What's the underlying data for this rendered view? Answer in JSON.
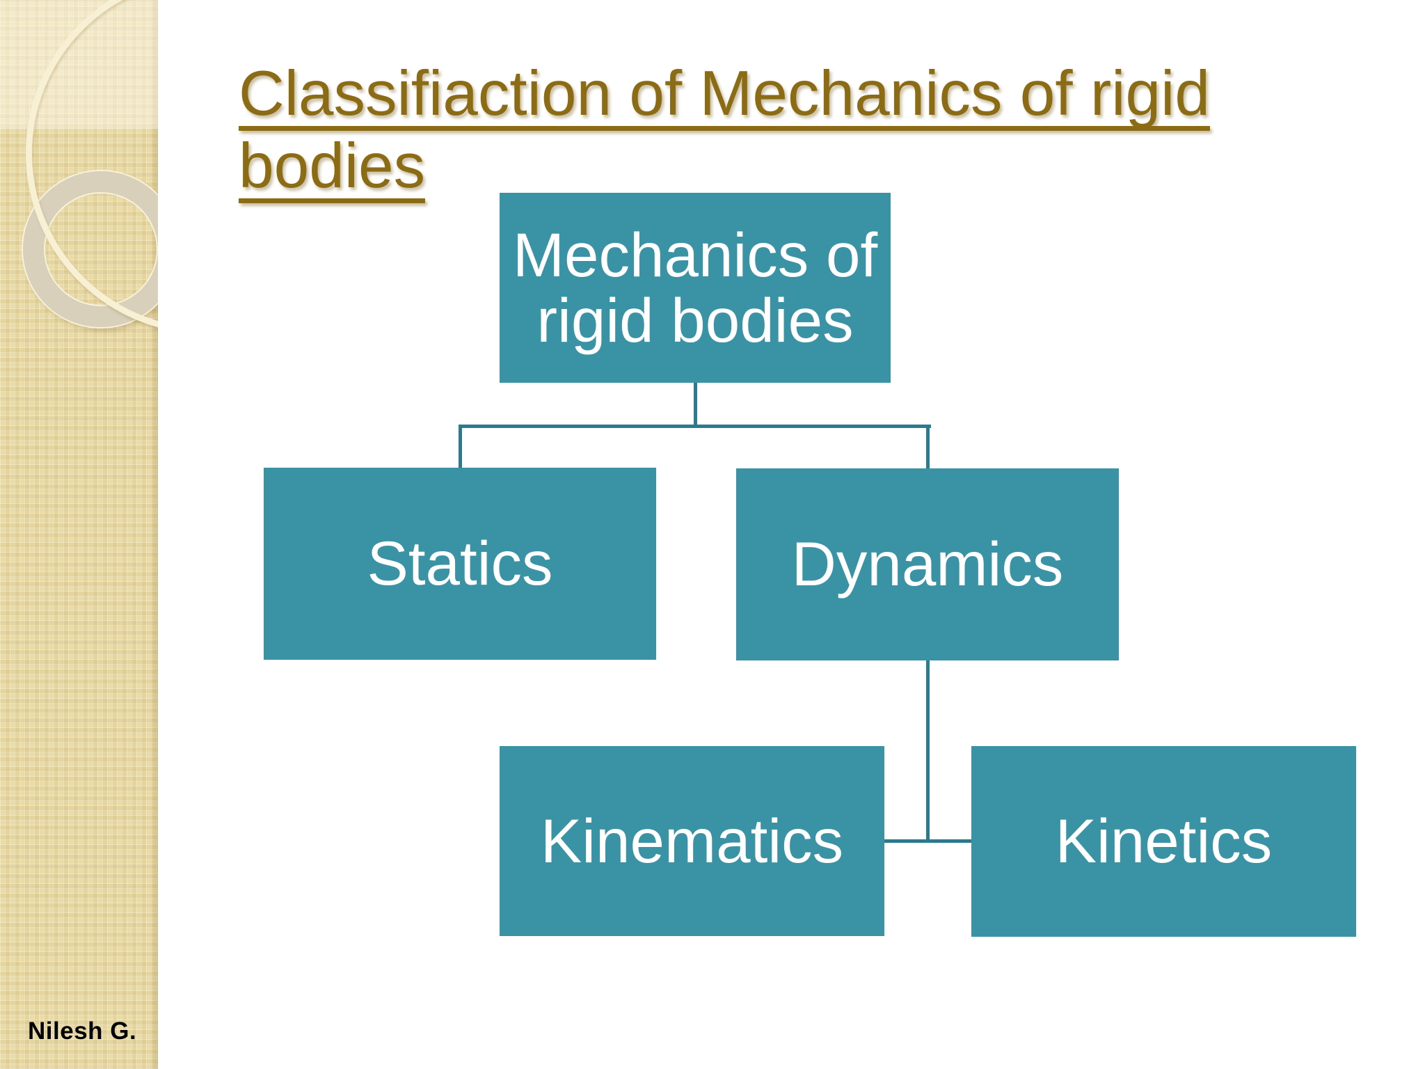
{
  "slide": {
    "title": {
      "line1": "Classifiaction of Mechanics of rigid",
      "line2": "bodies"
    },
    "footer_text": "Nilesh G."
  },
  "diagram": {
    "type": "hierarchy",
    "nodes": [
      {
        "id": "root",
        "label": "Mechanics of rigid bodies",
        "parent": null
      },
      {
        "id": "statics",
        "label": "Statics",
        "parent": "root"
      },
      {
        "id": "dynamics",
        "label": "Dynamics",
        "parent": "root"
      },
      {
        "id": "kinematics",
        "label": "Kinematics",
        "parent": "dynamics"
      },
      {
        "id": "kinetics",
        "label": "Kinetics",
        "parent": "dynamics"
      }
    ]
  },
  "colors": {
    "node_fill": "#3A92A5",
    "node_text": "#FFFFFF",
    "connector": "#2C7A8E",
    "title_text": "#8B6C15",
    "sidebar_base": "#EADCA8",
    "footer_text": "#000000",
    "background": "#FFFFFF"
  }
}
